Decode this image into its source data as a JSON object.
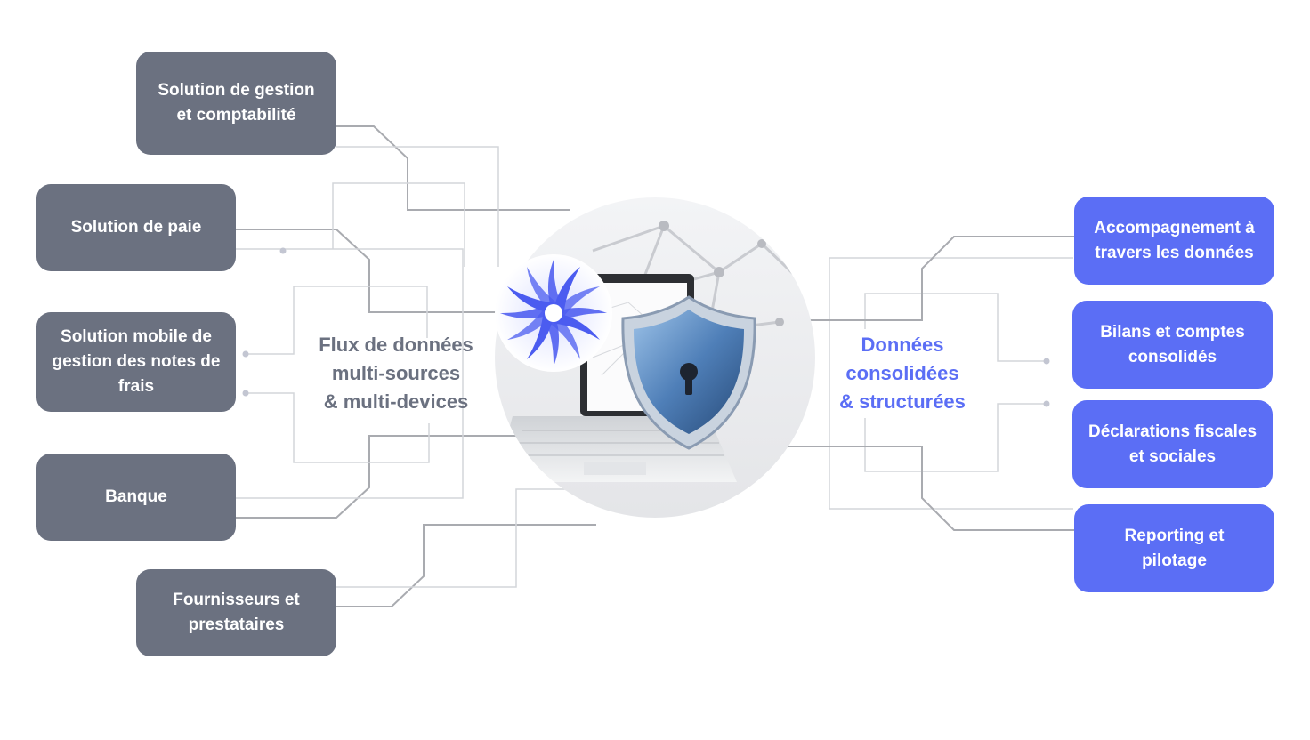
{
  "sources": {
    "label_lines": [
      "Flux de données",
      "multi-sources",
      "& multi-devices"
    ],
    "items": [
      {
        "lines": [
          "Solution de gestion",
          "et comptabilité"
        ]
      },
      {
        "lines": [
          "Solution de paie"
        ]
      },
      {
        "lines": [
          "Solution mobile de",
          "gestion des notes de",
          "frais"
        ]
      },
      {
        "lines": [
          "Banque"
        ]
      },
      {
        "lines": [
          "Fournisseurs et",
          "prestataires"
        ]
      }
    ]
  },
  "outputs": {
    "label_lines": [
      "Données",
      "consolidées",
      "& structurées"
    ],
    "items": [
      {
        "lines": [
          "Accompagnement à",
          "travers les données"
        ]
      },
      {
        "lines": [
          "Bilans et comptes",
          "consolidés"
        ]
      },
      {
        "lines": [
          "Déclarations fiscales",
          "et sociales"
        ]
      },
      {
        "lines": [
          "Reporting et",
          "pilotage"
        ]
      }
    ]
  },
  "colors": {
    "source_box": "#6b7180",
    "output_box": "#5b6ef5",
    "connector": "#a9abb0",
    "shield": "#5b86c4",
    "logo": "#4b5cf0"
  },
  "icons": [
    "laptop-icon",
    "shield-lock-icon",
    "spiral-logo-icon"
  ]
}
